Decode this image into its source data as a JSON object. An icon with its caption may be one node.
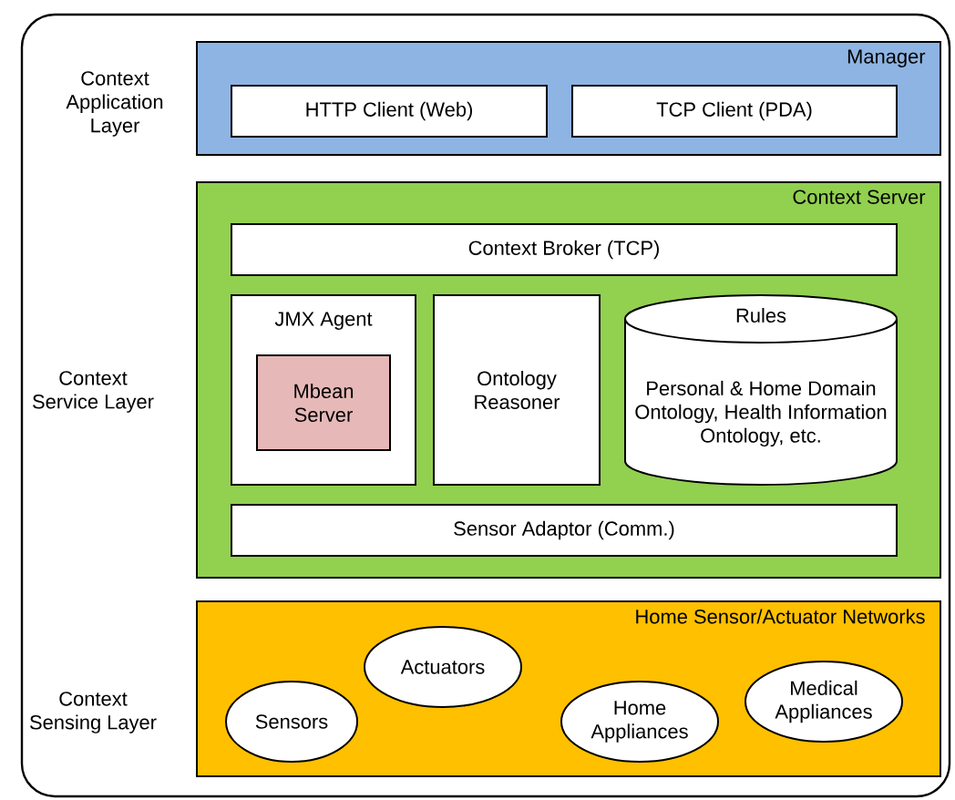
{
  "diagram": {
    "nodes": [
      {
        "text": [],
        "shape": "box"
      },
      {
        "text": [
          "Manager"
        ],
        "in": 0
      },
      {
        "text": [
          "HTTP Client (Web)"
        ],
        "in": 1
      },
      {
        "text": [
          "TCP Client (PDA)"
        ],
        "in": 1
      },
      {
        "text": [
          "Context Server"
        ],
        "in": 0
      },
      {
        "text": [
          "Context Broker (TCP)"
        ],
        "in": 4
      },
      {
        "text": [
          "JMX Agent"
        ],
        "in": 4
      },
      {
        "text": [
          "Mbean Server"
        ],
        "in": 6
      },
      {
        "text": [
          "Ontology Reasoner"
        ],
        "in": 4
      },
      {
        "text": [
          "Rules",
          "Personal & Home Domain Ontology, Health Information Ontology, etc."
        ],
        "in": 4
      },
      {
        "text": [
          "Sensor Adaptor (Comm.)"
        ],
        "in": 4
      },
      {
        "text": [
          "Home Sensor/Actuator Networks"
        ],
        "in": 0
      },
      {
        "text": [
          "Sensors"
        ],
        "in": 11
      },
      {
        "text": [
          "Actuators"
        ],
        "in": 11
      },
      {
        "text": [
          "Home Appliances"
        ],
        "in": 11
      },
      {
        "text": [
          "Medical Appliances"
        ],
        "in": 11
      }
    ],
    "labels": [
      "Context Application Layer",
      "Context Service Layer",
      "Context Sensing Layer"
    ]
  }
}
